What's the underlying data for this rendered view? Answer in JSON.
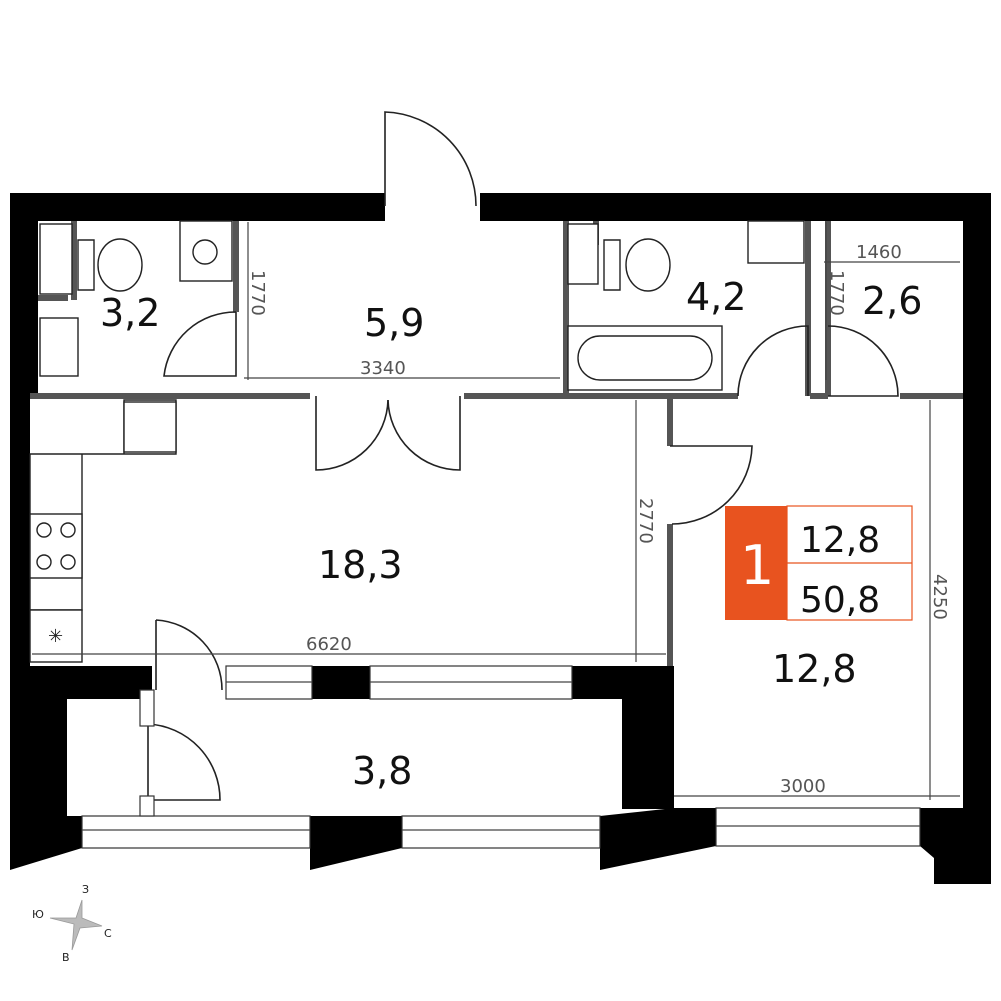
{
  "rooms": {
    "bath1": "3,2",
    "hall": "5,9",
    "bath2": "4,2",
    "closet": "2,6",
    "kitchen": "18,3",
    "bedroom": "12,8",
    "balcony": "3,8"
  },
  "dimensions": {
    "d1770_left": "1770",
    "d3340": "3340",
    "d1460": "1460",
    "d1770_right": "1770",
    "d2770": "2770",
    "d6620": "6620",
    "d4250": "4250",
    "d3000": "3000"
  },
  "summary": {
    "rooms_count": "1",
    "living_area": "12,8",
    "total_area": "50,8",
    "accent_color": "#e8531f"
  },
  "compass": {
    "n": "З",
    "w": "Ю",
    "e": "С",
    "s": "В"
  }
}
